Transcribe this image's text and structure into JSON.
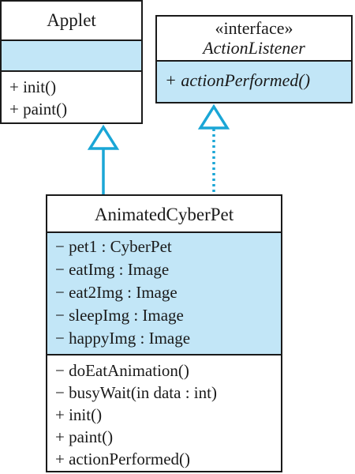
{
  "colors": {
    "accent": "#1aa6d6",
    "fill": "#c2e6f7",
    "stroke": "#1a1a1a"
  },
  "applet": {
    "name": "Applet",
    "attributes": [],
    "operations": [
      "+ init()",
      "+ paint()"
    ]
  },
  "action_listener": {
    "stereotype": "«interface»",
    "name": "ActionListener",
    "operations": [
      "+ actionPerformed()"
    ]
  },
  "animated_cyber_pet": {
    "name": "AnimatedCyberPet",
    "attributes": [
      "− pet1 : CyberPet",
      "− eatImg : Image",
      "− eat2Img : Image",
      "− sleepImg : Image",
      "− happyImg : Image"
    ],
    "operations": [
      "− doEatAnimation()",
      "− busyWait(in data : int)",
      "+ init()",
      "+ paint()",
      "+ actionPerformed()"
    ]
  }
}
